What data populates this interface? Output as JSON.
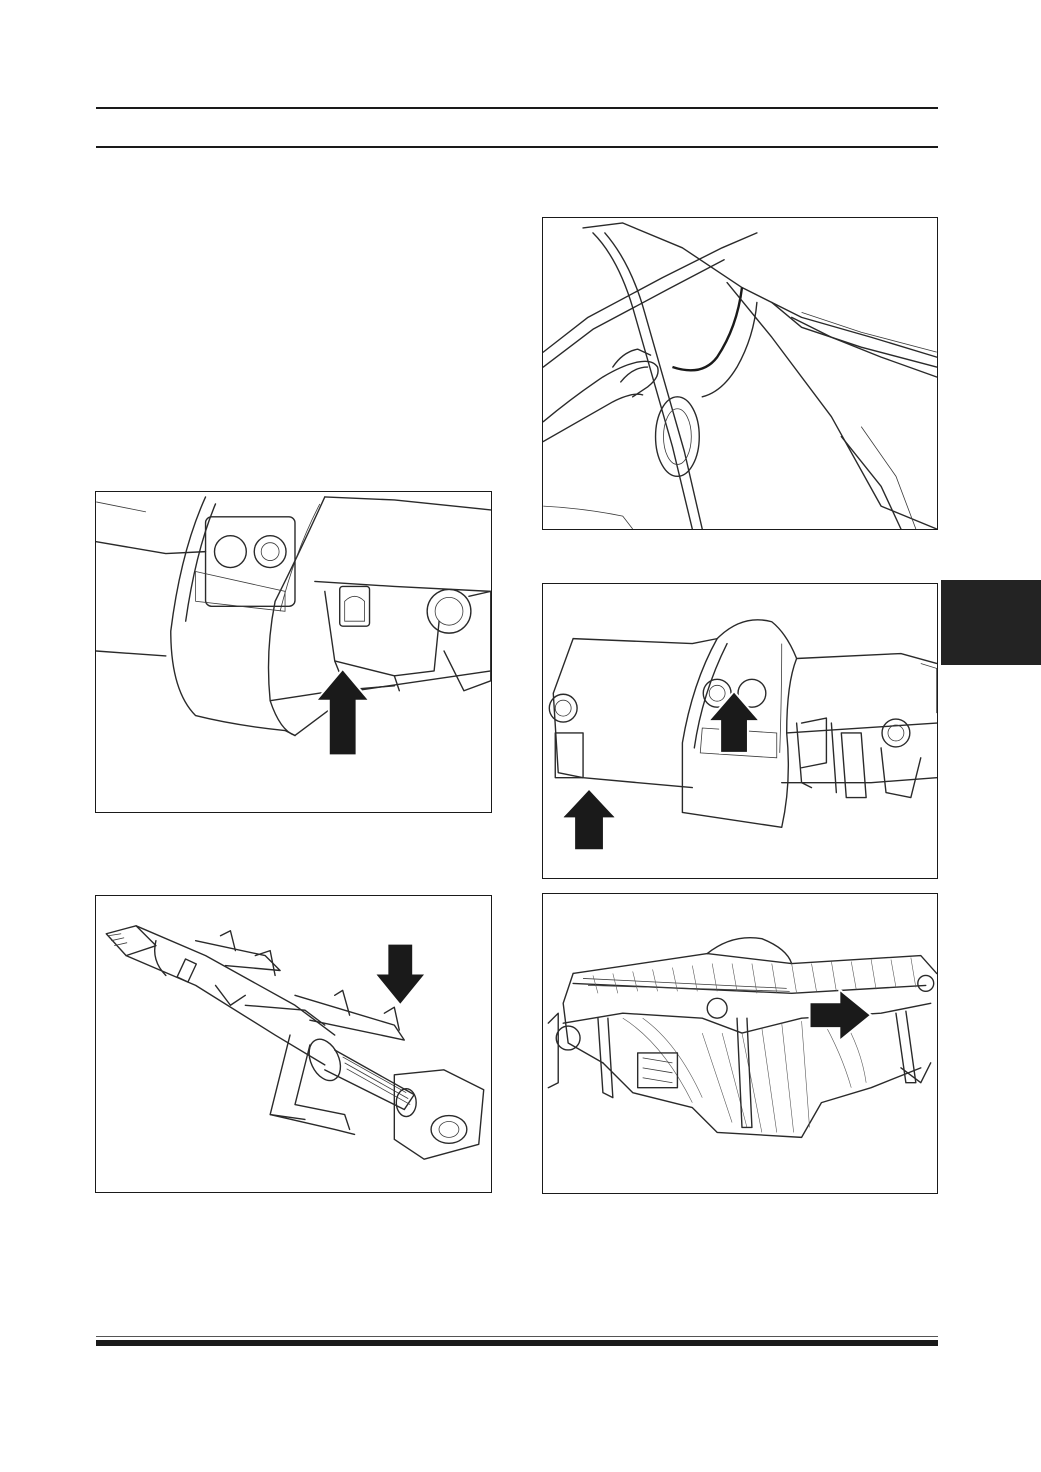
{
  "page": {
    "section_tab_color": "#232323",
    "rule_color": "#1a1a1a"
  },
  "figures": [
    {
      "id": "fig-1",
      "icon": "windshield-pillar-trim-removal-drawing"
    },
    {
      "id": "fig-2",
      "icon": "dashboard-center-console-arrow-up-drawing"
    },
    {
      "id": "fig-3",
      "icon": "instrument-panel-two-arrows-up-drawing"
    },
    {
      "id": "fig-4",
      "icon": "steering-column-arrow-down-drawing"
    },
    {
      "id": "fig-5",
      "icon": "instrument-panel-rear-arrow-right-drawing"
    }
  ]
}
